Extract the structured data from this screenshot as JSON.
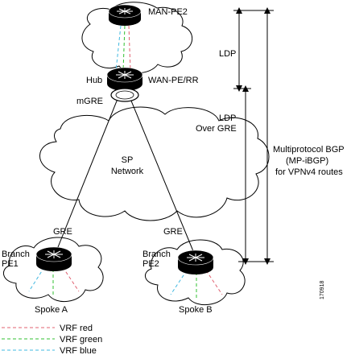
{
  "nodes": {
    "man_pe2": "MAN-PE2",
    "hub": "Hub",
    "wan_pe_rr": "WAN-PE/RR",
    "mgre": "mGRE",
    "sp_network_line1": "SP",
    "sp_network_line2": "Network",
    "branch_pe1_line1": "Branch",
    "branch_pe1_line2": "PE1",
    "branch_pe2_line1": "Branch",
    "branch_pe2_line2": "PE2",
    "spoke_a": "Spoke A",
    "spoke_b": "Spoke B"
  },
  "links": {
    "gre_left": "GRE",
    "gre_right": "GRE"
  },
  "protocols": {
    "ldp": "LDP",
    "ldp_over_gre_line1": "LDP",
    "ldp_over_gre_line2": "Over GRE",
    "mp_bgp_line1": "Multiprotocol BGP",
    "mp_bgp_line2": "(MP-iBGP)",
    "mp_bgp_line3": "for VPNv4 routes"
  },
  "legend": {
    "items": [
      {
        "label": "VRF red",
        "color": "#e06070"
      },
      {
        "label": "VRF green",
        "color": "#30c030"
      },
      {
        "label": "VRF blue",
        "color": "#40b8e0"
      }
    ]
  },
  "figure_id": "170918"
}
